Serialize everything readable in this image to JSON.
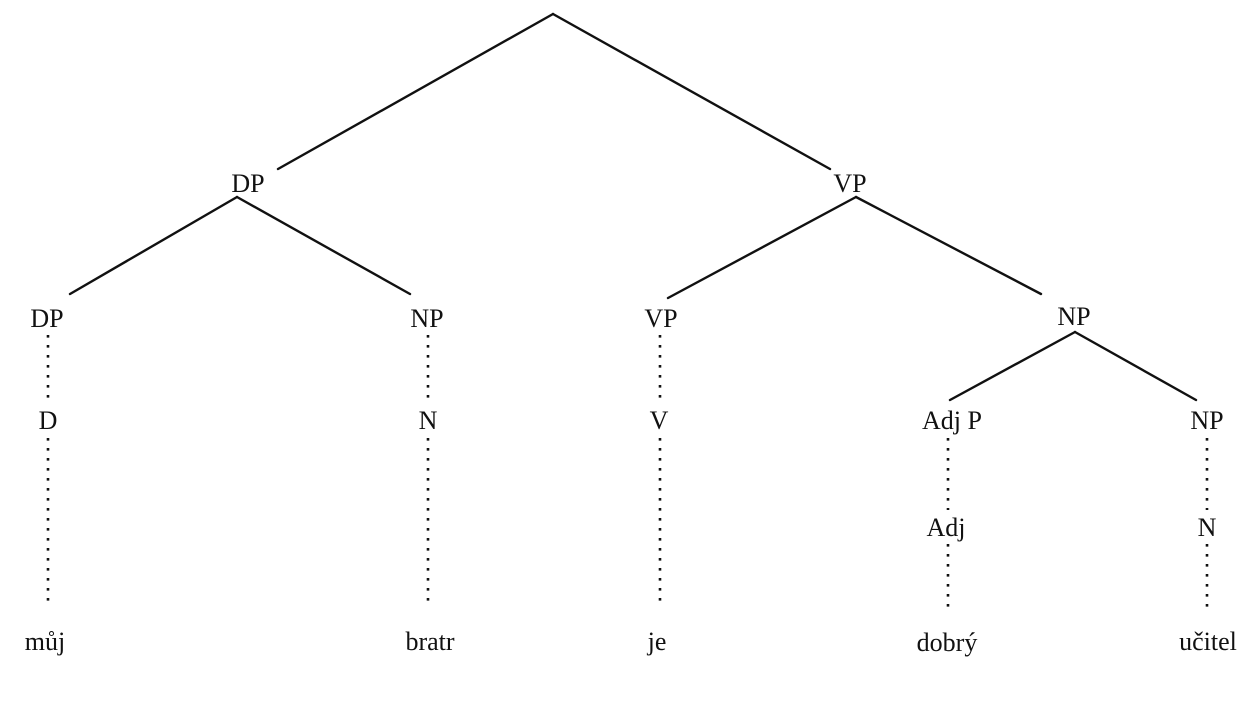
{
  "tree": {
    "labels": {
      "dp_top": "DP",
      "vp_top": "VP",
      "dp_left": "DP",
      "np_left": "NP",
      "vp_mid": "VP",
      "np_right": "NP",
      "d": "D",
      "n_left": "N",
      "v": "V",
      "adjp": "Adj P",
      "np_inner": "NP",
      "adj": "Adj",
      "n_right": "N"
    },
    "words": {
      "w1": "můj",
      "w2": "bratr",
      "w3": "je",
      "w4": "dobrý",
      "w5": "učitel"
    }
  }
}
